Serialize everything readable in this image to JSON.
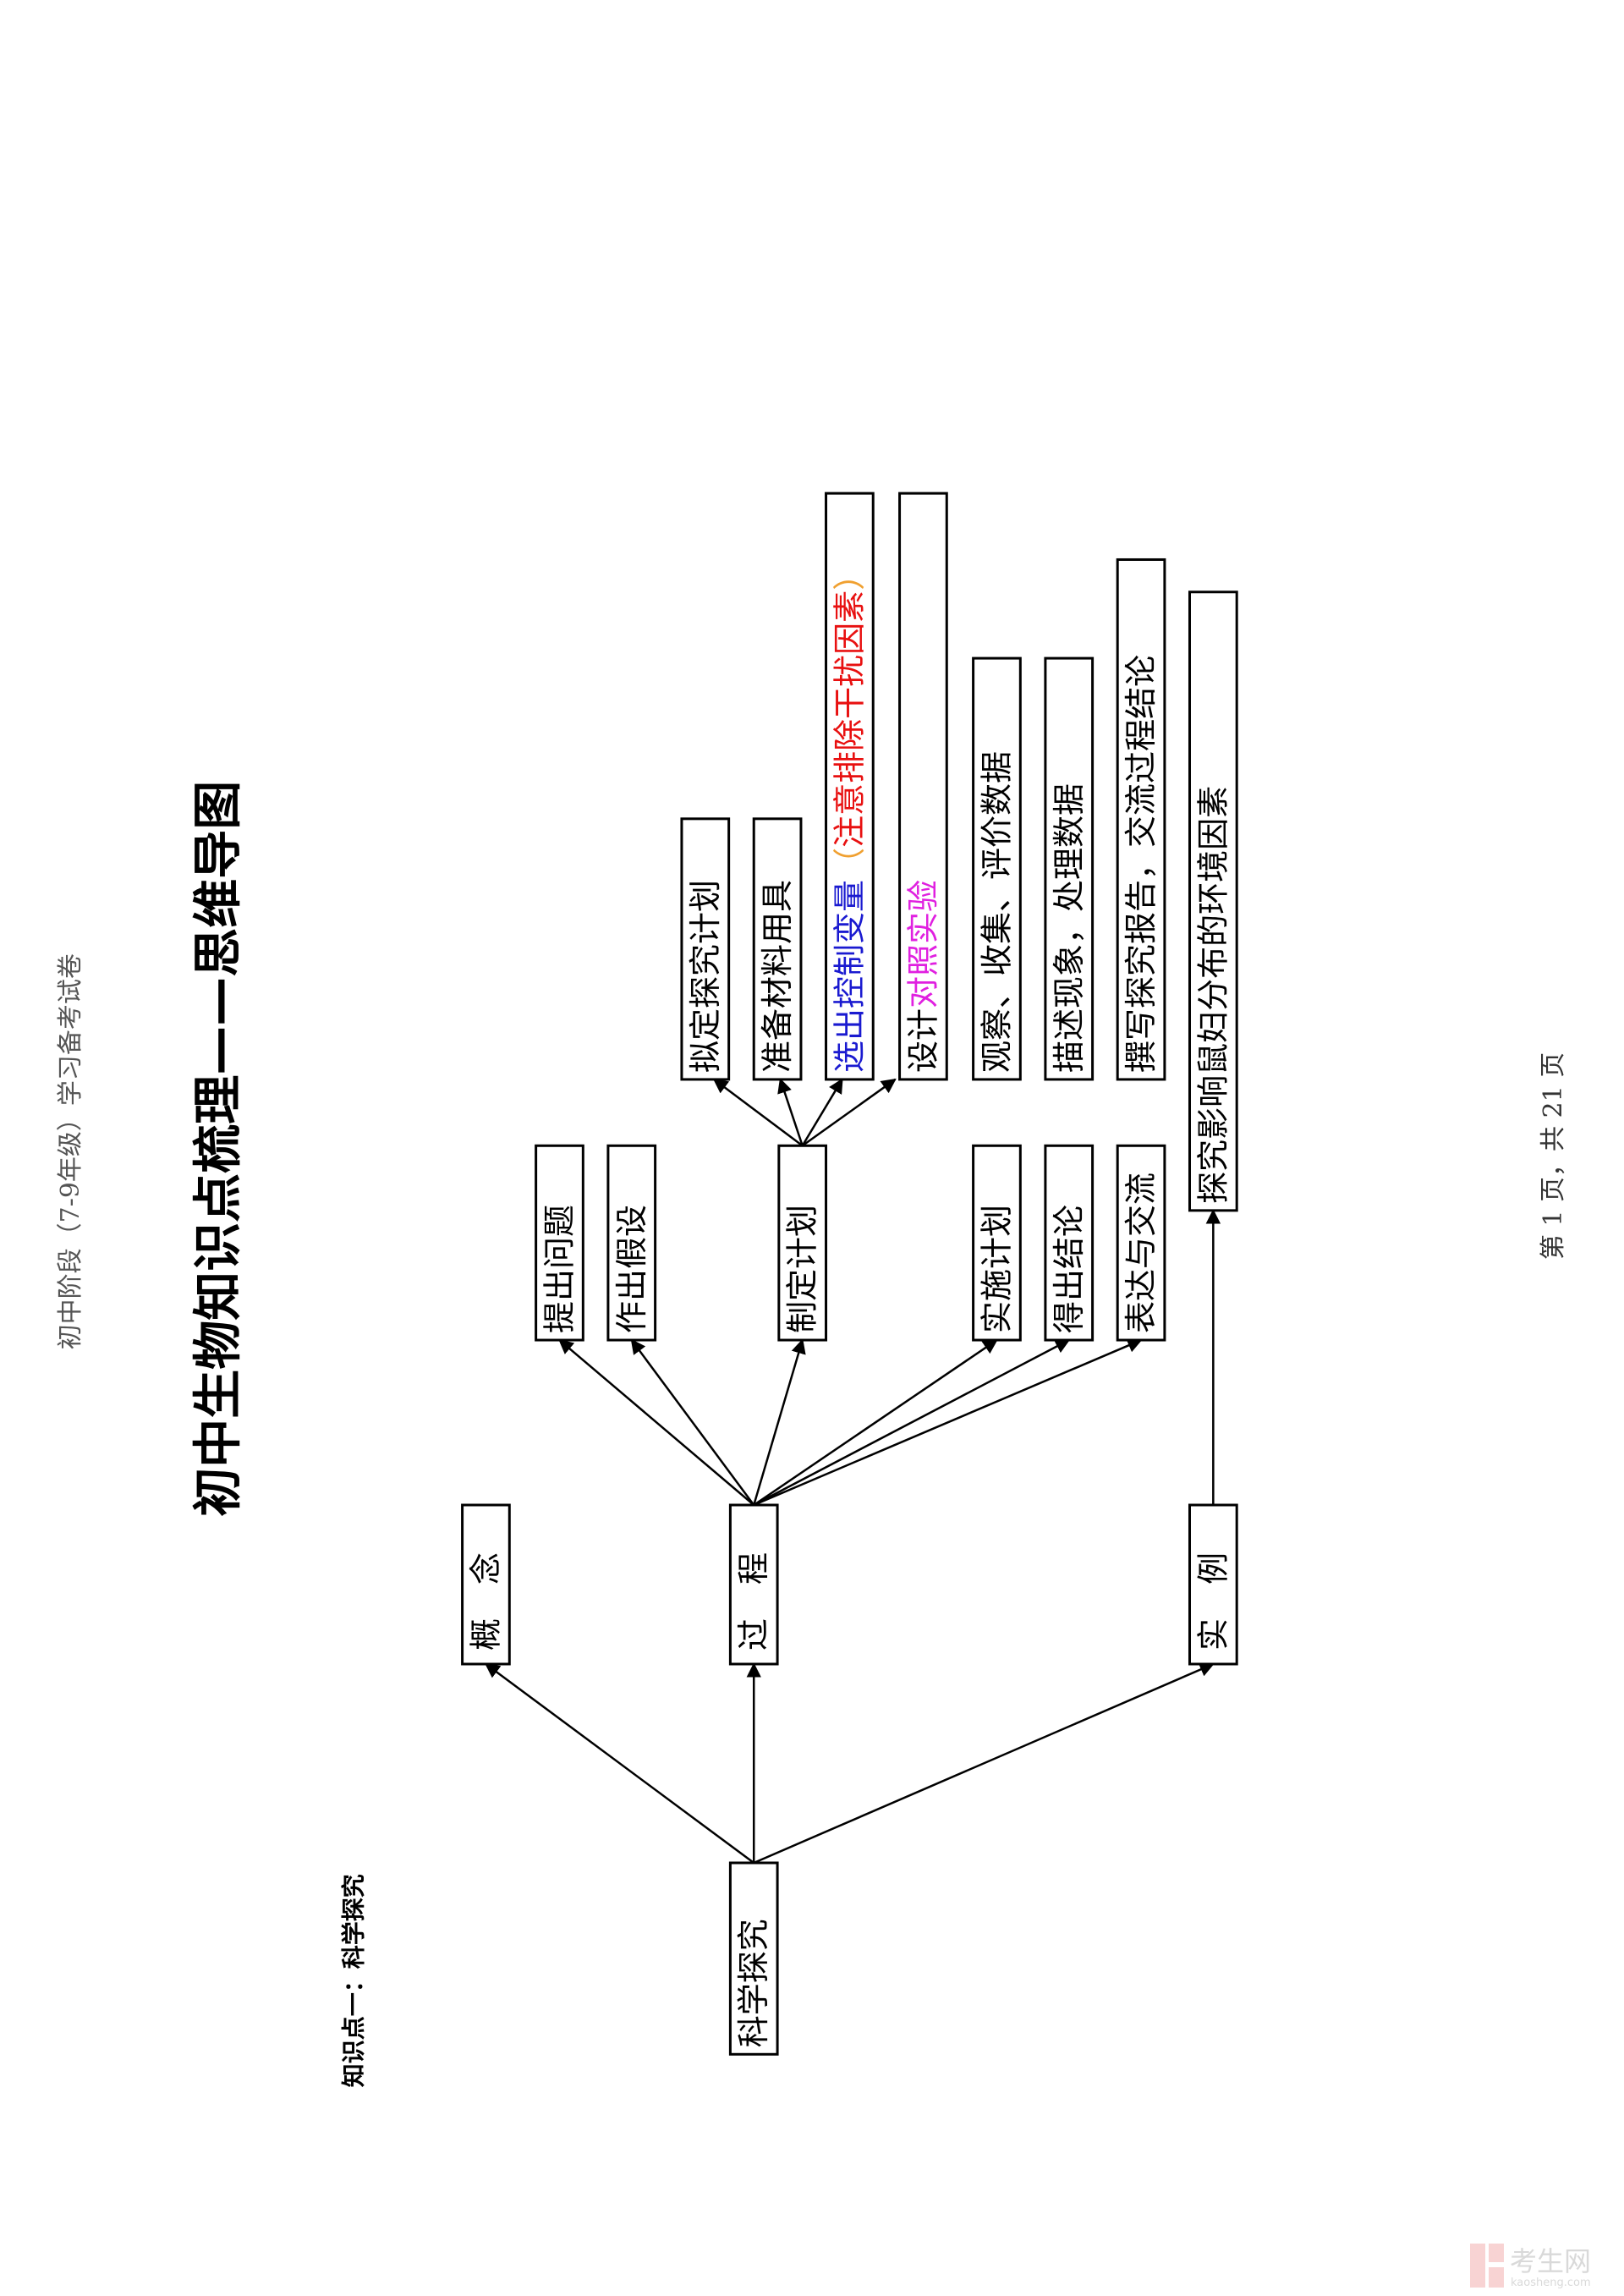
{
  "header": {
    "text": "初中阶段（7-9年级）学习备考试卷"
  },
  "title": "初中生物知识点梳理——思维导图",
  "section": "知识点一：科学探究",
  "footer": "第 1 页，共 21 页",
  "watermark": {
    "brand": "考生网",
    "domain": "kaosheng.com"
  },
  "colors": {
    "blue": "#1a1ad0",
    "red": "#e81010",
    "orange": "#f0a030",
    "magenta": "#e020e0"
  },
  "mindmap": {
    "root": "科学探究",
    "level1": [
      "概念",
      "过程",
      "实例"
    ],
    "process_steps": [
      "提出问题",
      "作出假设",
      "制定计划",
      "实施计划",
      "得出结论",
      "表达与交流"
    ],
    "plan_steps": {
      "draft": "拟定探究计划",
      "materials": "准备材料用具",
      "variables": {
        "part1": "选出控制变量",
        "paren_open": "（",
        "part2": "注意排除干扰因素",
        "paren_close": "）"
      },
      "control": {
        "part1": "设计",
        "part2": "对照实验"
      }
    },
    "implement_detail": "观察、收集、评价数据",
    "conclusion_detail": "描述现象，处理数据",
    "communicate_detail": "撰写探究报告，交流过程结论",
    "example_detail": "探究影响鼠妇分布的环境因素"
  }
}
